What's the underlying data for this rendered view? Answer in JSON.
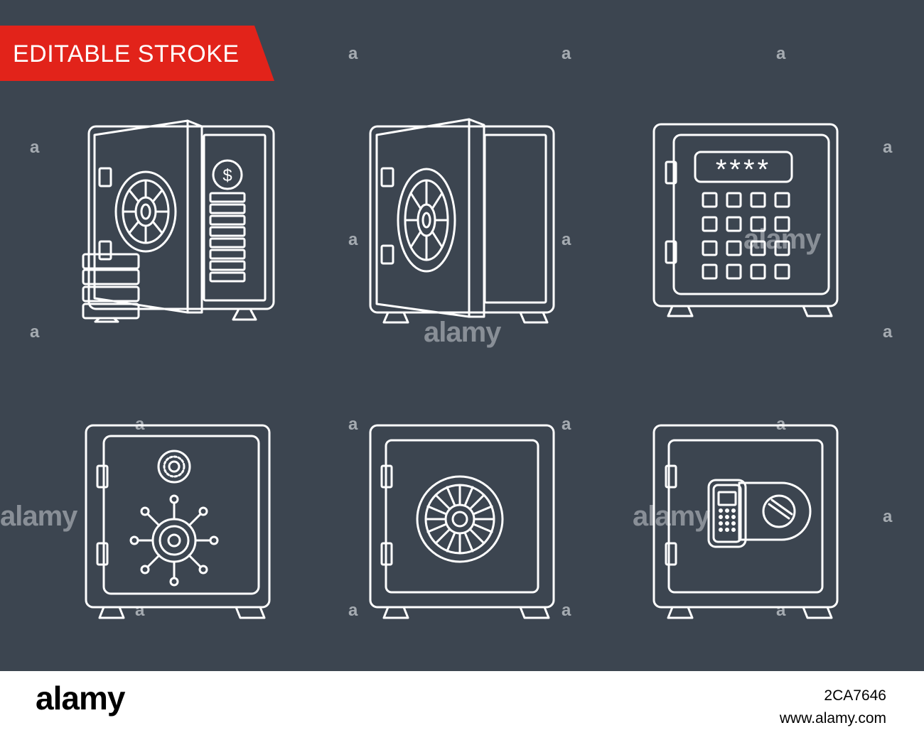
{
  "badge": {
    "text": "EDITABLE STROKE",
    "color": "#e2231a"
  },
  "colors": {
    "background": "#3c4550",
    "stroke": "#ffffff"
  },
  "watermark": {
    "word": "alamy",
    "letter": "a"
  },
  "footer": {
    "brand": "alamy",
    "image_id": "2CA7646",
    "site": "www.alamy.com"
  },
  "icons": [
    {
      "name": "open-safe-with-coins-icon"
    },
    {
      "name": "open-safe-icon"
    },
    {
      "name": "keypad-safe-icon"
    },
    {
      "name": "dial-wheel-safe-icon"
    },
    {
      "name": "round-dial-safe-icon"
    },
    {
      "name": "electronic-lock-safe-icon"
    }
  ]
}
